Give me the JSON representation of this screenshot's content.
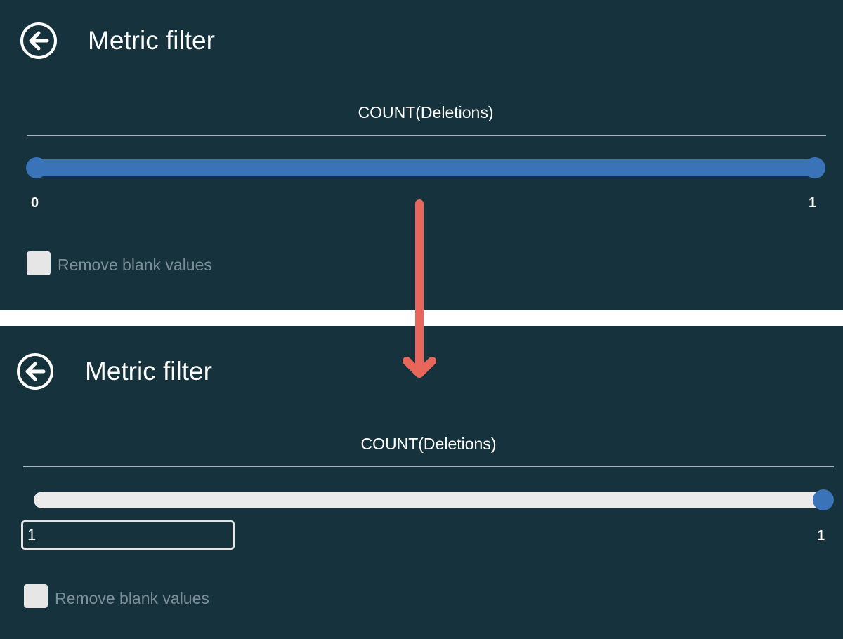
{
  "colors": {
    "panel_bg": "#16333d",
    "accent_blue": "#3a73b8",
    "annotation_arrow": "#e8675a",
    "separator": "#ffffff"
  },
  "before": {
    "header": {
      "title": "Metric filter",
      "back_icon": "arrow-left-circle-icon"
    },
    "metric": {
      "name": "COUNT(Deletions)"
    },
    "slider": {
      "min_label": "0",
      "max_label": "1",
      "selected_range": [
        0,
        1
      ]
    },
    "remove_blank": {
      "label": "Remove blank values",
      "checked": false
    }
  },
  "after": {
    "header": {
      "title": "Metric filter",
      "back_icon": "arrow-left-circle-icon"
    },
    "metric": {
      "name": "COUNT(Deletions)"
    },
    "slider": {
      "max_label": "1",
      "selected_range": [
        1,
        1
      ]
    },
    "min_input": {
      "value": "1"
    },
    "remove_blank": {
      "label": "Remove blank values",
      "checked": false
    }
  },
  "annotation": {
    "arrow_icon": "arrow-down-icon"
  }
}
